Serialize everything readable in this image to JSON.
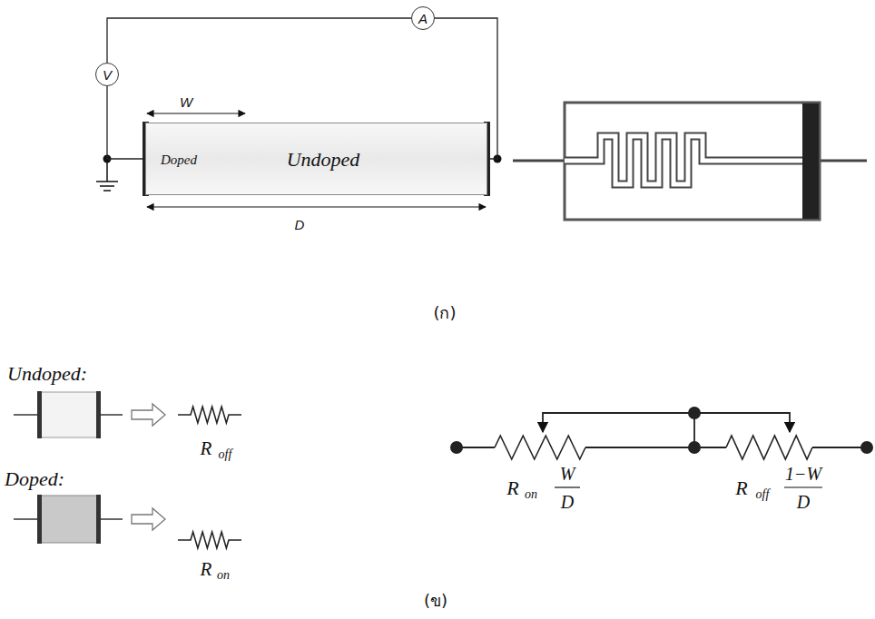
{
  "diagram": {
    "nodes": [
      {
        "text": [
          "V"
        ]
      },
      {
        "text": [
          "A"
        ]
      },
      {
        "text": [
          "Doped",
          "Undoped"
        ]
      }
    ],
    "edges": [
      {
        "from": 0,
        "to": 1,
        "arrow": "none"
      },
      {
        "from": 1,
        "to": 2,
        "arrow": "none"
      },
      {
        "from": 0,
        "to": 2,
        "arrow": "none"
      }
    ],
    "labels": [
      "W",
      "D",
      "(ก)",
      "Undoped:",
      "Doped:",
      "R",
      "off",
      "R",
      "on",
      "R",
      "on",
      "W",
      "D",
      "R",
      "off",
      "1−W",
      "D",
      "(ข)"
    ]
  }
}
